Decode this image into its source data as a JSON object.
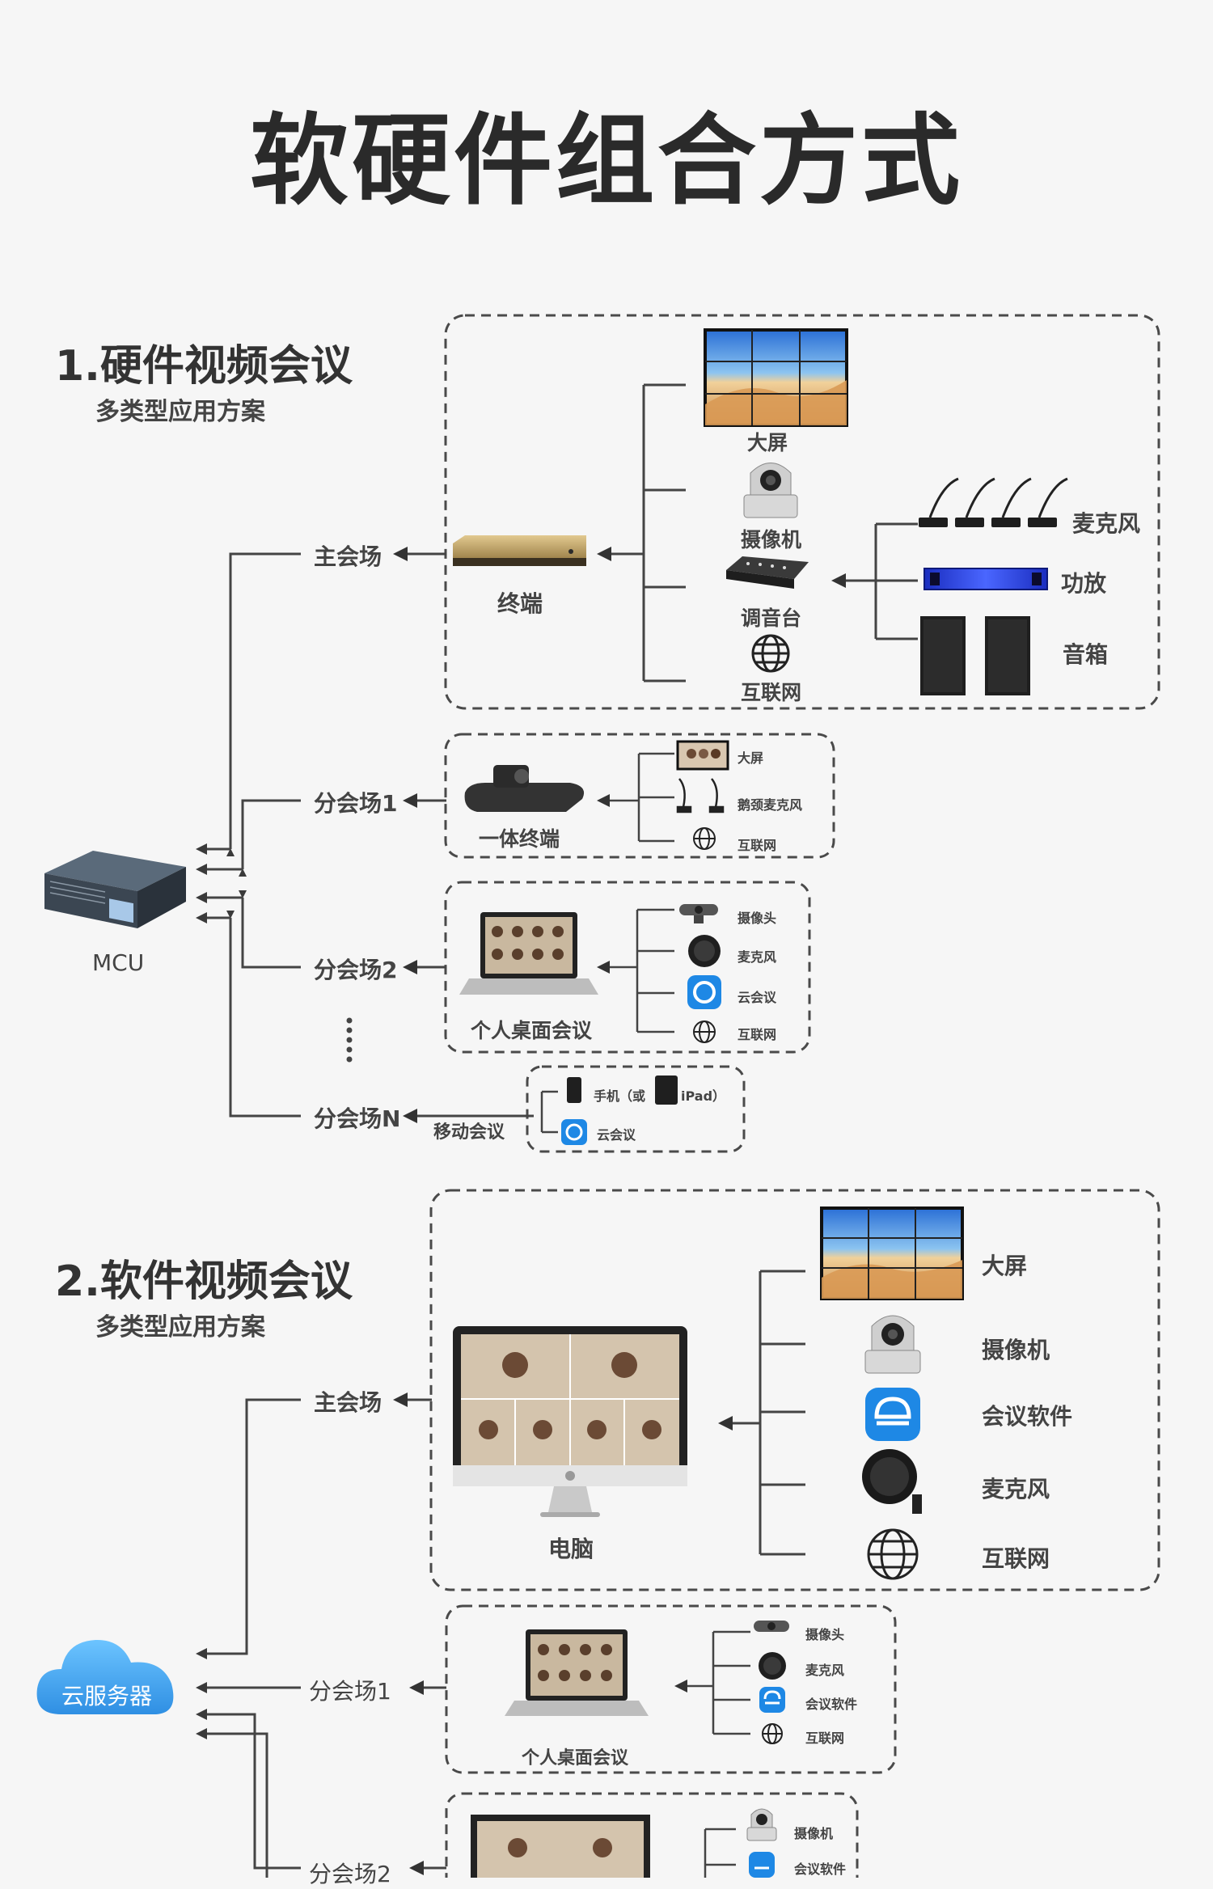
{
  "title": "软硬件组合方式",
  "colors": {
    "background": "#f6f6f6",
    "text": "#333333",
    "line": "#444444",
    "cloud": "#3aa0ec",
    "appBlue": "#1e88e5"
  },
  "hardware": {
    "heading": "1.硬件视频会议",
    "subheading": "多类型应用方案",
    "mcu_label": "MCU",
    "main_venue": {
      "label": "主会场",
      "terminal_label": "终端",
      "devices": {
        "screen": "大屏",
        "camera": "摄像机",
        "mixer": "调音台",
        "internet": "互联网"
      },
      "audio": {
        "mic": "麦克风",
        "amp": "功放",
        "speaker": "音箱"
      }
    },
    "branch1": {
      "label": "分会场1",
      "terminal_label": "一体终端",
      "devices": {
        "screen": "大屏",
        "gooseneck": "鹅颈麦克风",
        "internet": "互联网"
      }
    },
    "branch2": {
      "label": "分会场2",
      "terminal_label": "个人桌面会议",
      "devices": {
        "webcam": "摄像头",
        "mic": "麦克风",
        "app": "云会议",
        "internet": "互联网"
      }
    },
    "branchN": {
      "label": "分会场N",
      "mobile_label": "移动会议",
      "phone": "手机（或",
      "ipad": "iPad）",
      "app": "云会议"
    }
  },
  "software": {
    "heading": "2.软件视频会议",
    "subheading": "多类型应用方案",
    "cloud_label": "云服务器",
    "main_venue": {
      "label": "主会场",
      "pc_label": "电脑",
      "devices": {
        "screen": "大屏",
        "camera": "摄像机",
        "software": "会议软件",
        "mic": "麦克风",
        "internet": "互联网"
      }
    },
    "branch1": {
      "label": "分会场1",
      "terminal_label": "个人桌面会议",
      "devices": {
        "webcam": "摄像头",
        "mic": "麦克风",
        "software": "会议软件",
        "internet": "互联网"
      }
    },
    "branch2": {
      "label": "分会场2",
      "devices": {
        "camera": "摄像机",
        "software": "会议软件"
      }
    }
  }
}
